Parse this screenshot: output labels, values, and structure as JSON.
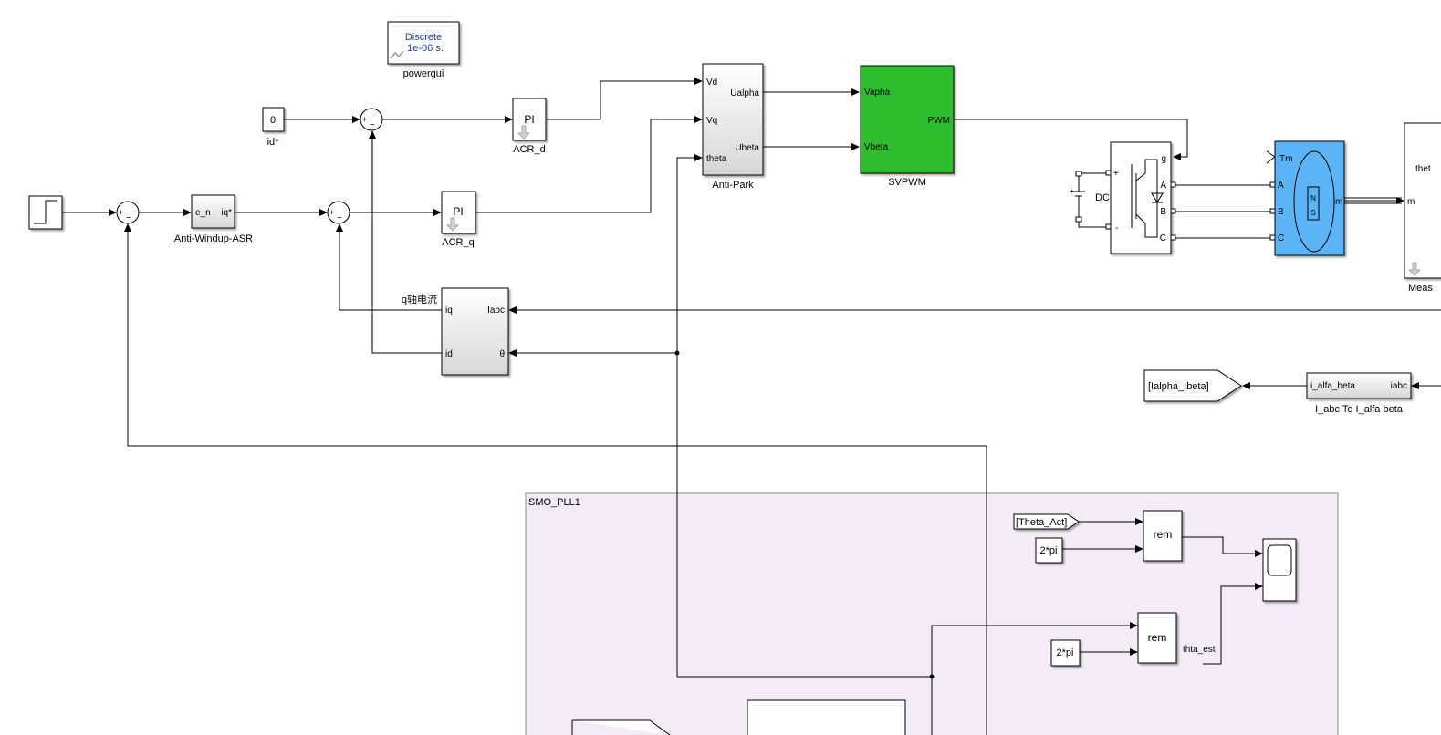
{
  "powergui": {
    "mode": "Discrete",
    "sample_time": "1e-06 s.",
    "label": "powergui"
  },
  "blocks": {
    "id_star": {
      "value": "0",
      "label": "id*"
    },
    "acr_d": {
      "text": "PI",
      "label": "ACR_d"
    },
    "acr_q": {
      "text": "PI",
      "label": "ACR_q"
    },
    "anti_windup": {
      "in_port": "e_n",
      "out_port": "iq*",
      "label": "Anti-Windup-ASR"
    },
    "anti_park": {
      "ports_in": [
        "Vd",
        "Vq",
        "theta"
      ],
      "ports_out": [
        "Ualpha",
        "Ubeta"
      ],
      "label": "Anti-Park"
    },
    "svpwm": {
      "ports_in": [
        "Vapha",
        "Vbeta"
      ],
      "port_out": "PWM",
      "label": "SVPWM",
      "color": "#2ebd2e"
    },
    "inverter": {
      "ports": [
        "+",
        "-",
        "g",
        "A",
        "B",
        "C"
      ]
    },
    "dc": {
      "label": "DC"
    },
    "motor": {
      "ports": [
        "Tm",
        "A",
        "B",
        "C",
        "m"
      ],
      "color": "#5ab4f5"
    },
    "measure": {
      "port_in": "m",
      "port_out": "thet",
      "label": "Meas"
    },
    "park": {
      "title": "q轴电流",
      "ports_in": [
        "iq",
        "id"
      ],
      "ports_out": [
        "Iabc",
        "θ"
      ]
    },
    "goto_ialpha": {
      "text": "[Ialpha_Ibeta]"
    },
    "i_abc_to_alfa": {
      "in_port": "iabc",
      "out_port": "i_alfa_beta",
      "label": "I_abc To I_alfa beta"
    },
    "from_theta_act": {
      "text": "[Theta_Act]"
    },
    "const_2pi_a": {
      "text": "2*pi"
    },
    "const_2pi_b": {
      "text": "2*pi"
    },
    "rem_a": {
      "text": "rem"
    },
    "rem_b": {
      "text": "rem"
    },
    "thta_est": {
      "text": "thta_est"
    }
  },
  "subsystem": {
    "label": "SMO_PLL1",
    "color": "#f3ecf7"
  },
  "colors": {
    "line": "#000000",
    "block_border": "#000000",
    "powergui_text": "#1f3f9f"
  }
}
